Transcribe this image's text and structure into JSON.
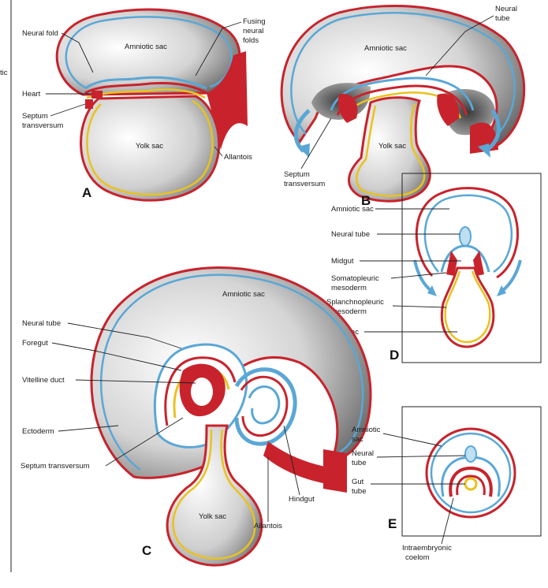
{
  "margin_text": "tic",
  "panels": {
    "A": {
      "letter": "A",
      "labels": {
        "neural_fold": "Neural fold",
        "amniotic_sac": "Amniotic sac",
        "fusing_neural_folds": [
          "Fusing",
          "neural",
          "folds"
        ],
        "heart": "Heart",
        "septum_transversum": [
          "Septum",
          "transversum"
        ],
        "yolk_sac": "Yolk sac",
        "allantois": "Allantois"
      }
    },
    "B": {
      "letter": "B",
      "labels": {
        "amniotic_sac": "Amniotic sac",
        "neural_tube": [
          "Neural",
          "tube"
        ],
        "yolk_sac": "Yolk sac",
        "septum_transversum": [
          "Septum",
          "transversum"
        ]
      }
    },
    "C": {
      "letter": "C",
      "labels": {
        "amniotic_sac": "Amniotic sac",
        "neural_tube": "Neural tube",
        "foregut": "Foregut",
        "vitelline_duct": "Vitelline duct",
        "ectoderm": "Ectoderm",
        "septum_transversum": "Septum transversum",
        "yolk_sac": "Yolk sac",
        "allantois": "Allantois",
        "hindgut": "Hindgut"
      }
    },
    "D": {
      "letter": "D",
      "labels": {
        "amniotic_sac": "Amniotic sac",
        "neural_tube": "Neural tube",
        "midgut": "Midgut",
        "somatopleuric_mesoderm": [
          "Somatopleuric",
          "mesoderm"
        ],
        "splanchnopleuric_mesoderm": [
          "Splanchnopleuric",
          "mesoderm"
        ],
        "yolk_sac": "Yolk sac"
      }
    },
    "E": {
      "letter": "E",
      "labels": {
        "amniotic_sac": [
          "Amniotic",
          "sac"
        ],
        "neural_tube": [
          "Neural",
          "tube"
        ],
        "gut_tube": [
          "Gut",
          "tube"
        ],
        "intraembryonic_coelom": [
          "Intraembryonic",
          "coelom"
        ]
      }
    }
  },
  "colors": {
    "ectoderm_blue": "#5aa7d6",
    "mesoderm_red": "#c8232c",
    "endoderm_yellow": "#e9c21f",
    "sac_gray": "#9a9a9a"
  }
}
